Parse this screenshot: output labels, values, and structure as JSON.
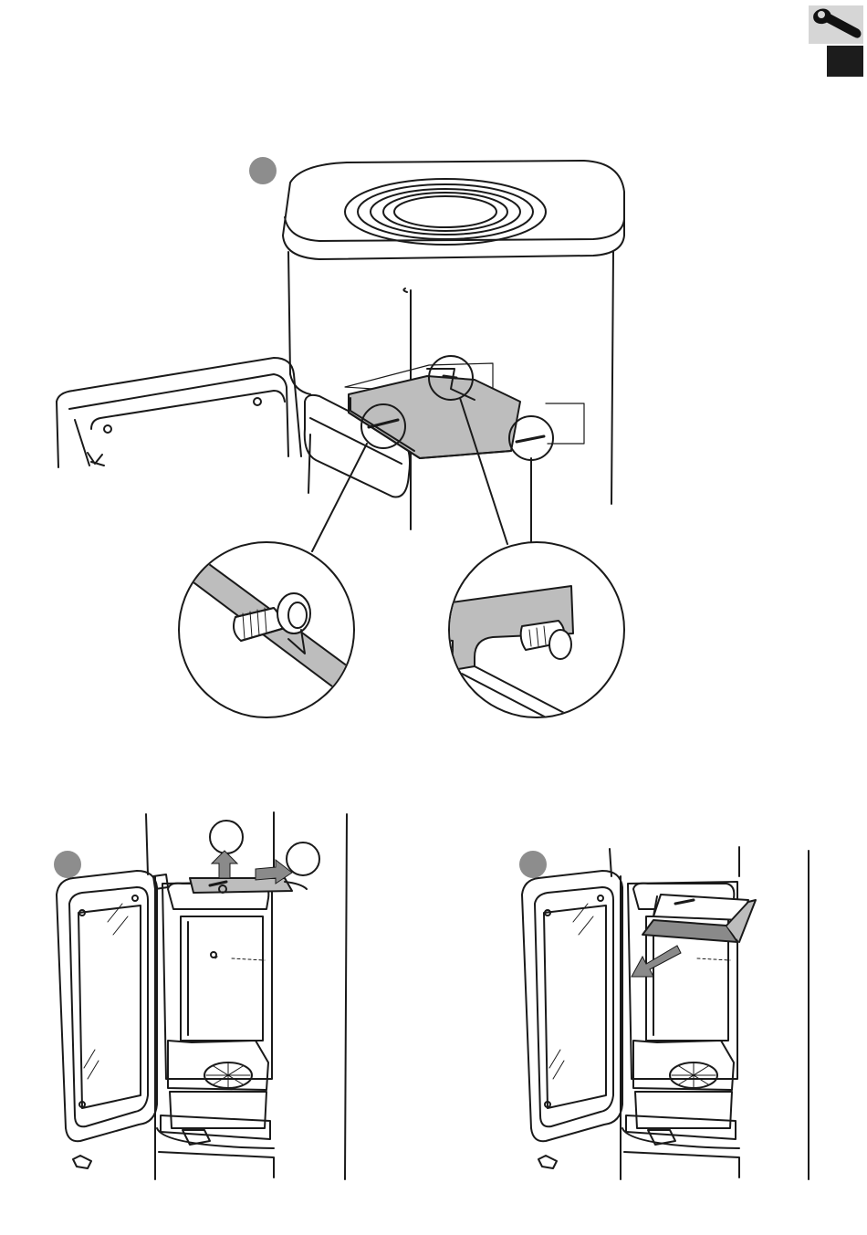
{
  "page": {
    "section_icon": "wrench-icon",
    "steps": [
      {
        "id": "step-badge-top",
        "label": ""
      },
      {
        "id": "step-badge-bottom-left",
        "label": ""
      },
      {
        "id": "step-badge-bottom-right",
        "label": ""
      }
    ],
    "colors": {
      "ink": "#1a1a1a",
      "badge": "#8d8d8d",
      "plate": "#bdbdbd",
      "plate_dark": "#8a8a8a",
      "tab_grey": "#d6d6d6",
      "tab_black": "#1c1c1c"
    }
  }
}
